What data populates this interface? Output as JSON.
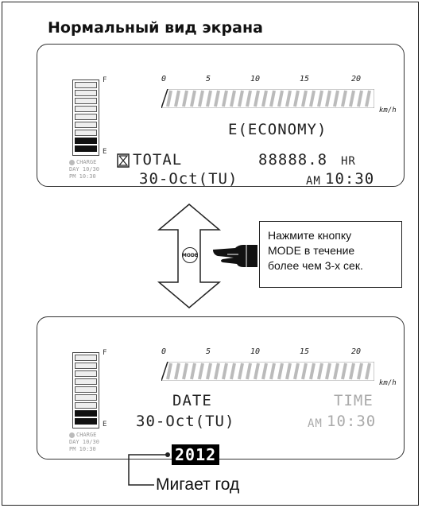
{
  "title": "Нормальный вид экрана",
  "scale": {
    "ticks": [
      "0",
      "5",
      "10",
      "15",
      "20"
    ],
    "unit": "km/h"
  },
  "gauge": {
    "full_label": "F",
    "empty_label": "E",
    "charge_label": "CHARGE",
    "charge_line1": "DAY 10/30",
    "charge_line2": "PM 10:30"
  },
  "normal_screen": {
    "mode_text": "E(ECONOMY)",
    "total_label": "TOTAL",
    "total_value": "88888.8",
    "total_unit": "HR",
    "date": "30-Oct(TU)",
    "ampm": "AM",
    "time": "10:30"
  },
  "mode_button_label": "MODE",
  "callout_lines": [
    "Нажмите кнопку",
    "MODE в течение",
    "более чем 3-х сек."
  ],
  "settings_screen": {
    "date_header": "DATE",
    "time_header": "TIME",
    "date": "30-Oct(TU)",
    "ampm": "AM",
    "time": "10:30",
    "year": "2012"
  },
  "blink_caption": "Мигает год"
}
